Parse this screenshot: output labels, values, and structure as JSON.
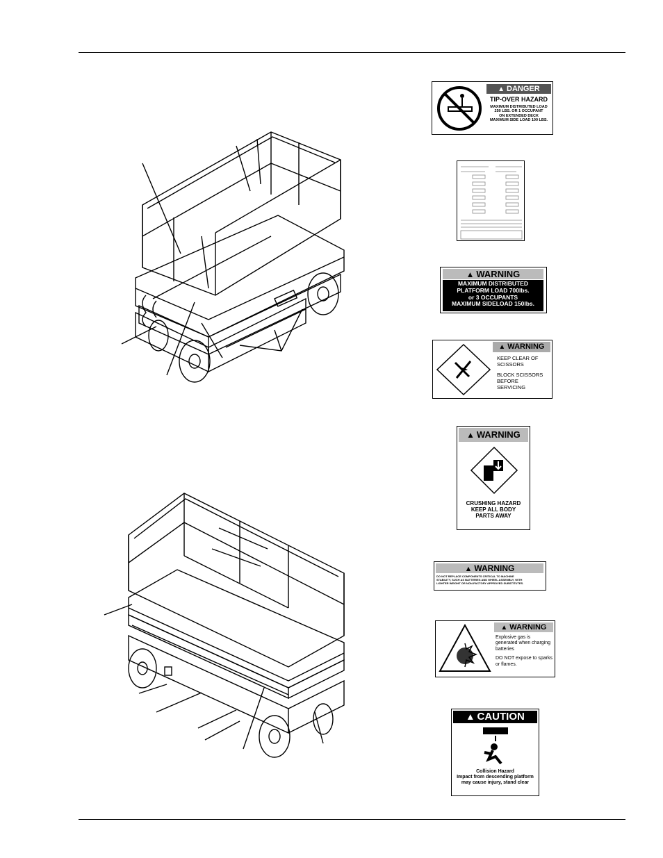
{
  "decals": {
    "tipover": {
      "header": "DANGER",
      "title": "TIP-OVER HAZARD",
      "lines": [
        "MAXIMUM DISTRIBUTED LOAD",
        "250 LBS. OR 1 OCCUPANT",
        "ON EXTENDED DECK",
        "MAXIMUM SIDE LOAD 100 LBS."
      ]
    },
    "loadcap": {
      "header": "WARNING",
      "lines": [
        "MAXIMUM DISTRIBUTED",
        "PLATFORM LOAD 700lbs.",
        "or 3 OCCUPANTS",
        "MAXIMUM SIDELOAD 150lbs."
      ]
    },
    "scissors": {
      "header": "WARNING",
      "lines": [
        "KEEP CLEAR OF",
        "SCISSORS",
        "BLOCK SCISSORS",
        "BEFORE",
        "SERVICING"
      ]
    },
    "crushing": {
      "header": "WARNING",
      "lines": [
        "CRUSHING HAZARD",
        "KEEP ALL BODY",
        "PARTS AWAY"
      ]
    },
    "components": {
      "header": "WARNING",
      "lines": [
        "DO NOT REPLACE COMPONENTS CRITICAL TO MACHINE",
        "STABILITY, SUCH AS BATTERIES AND WHEEL ASSEMBLY, WITH",
        "LIGHTER WEIGHT OR NON-FACTORY APPROVED SUBSTITUTES."
      ]
    },
    "battery": {
      "header": "WARNING",
      "lines": [
        "Explosive gas is",
        "generated when charging",
        "batteries",
        "DO NOT expose to sparks",
        "or flames."
      ]
    },
    "caution": {
      "header": "CAUTION",
      "lines": [
        "Collision Hazard",
        "Impact from descending platform",
        "may cause injury, stand clear"
      ]
    }
  }
}
